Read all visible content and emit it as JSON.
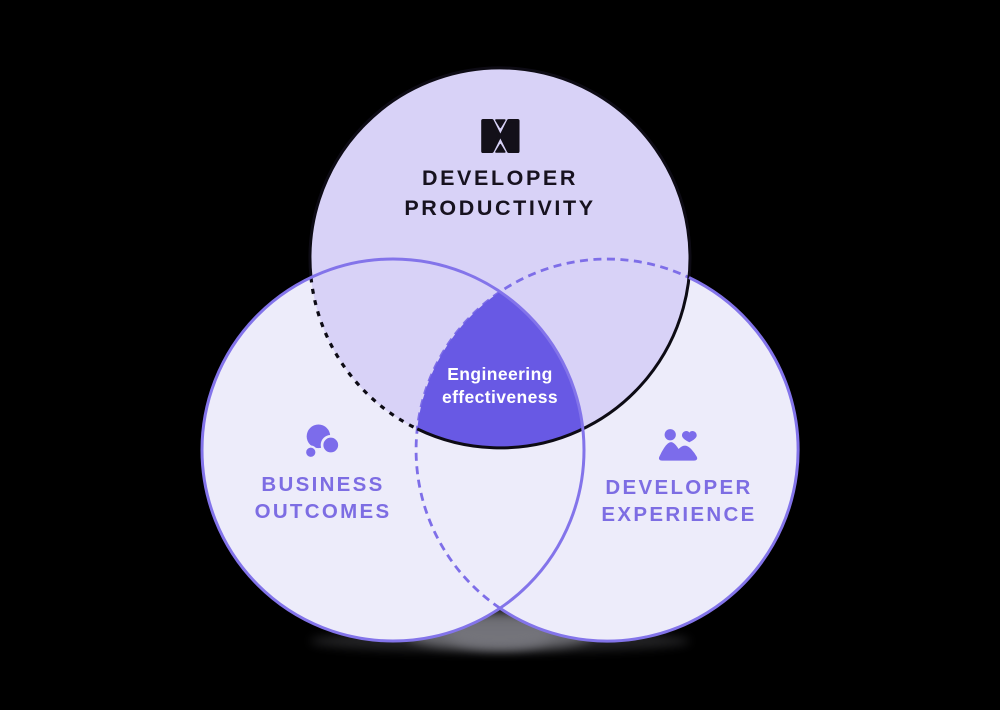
{
  "diagram": {
    "type": "venn-3-circles",
    "title_circle": {
      "line1": "DEVELOPER",
      "line2": "PRODUCTIVITY",
      "icon": "brand-logo-icon"
    },
    "left_circle": {
      "line1": "BUSINESS",
      "line2": "OUTCOMES",
      "icon": "growth-bubbles-icon"
    },
    "right_circle": {
      "line1": "DEVELOPER",
      "line2": "EXPERIENCE",
      "icon": "person-heart-icon"
    },
    "intersection": {
      "line1": "Engineering",
      "line2": "effectiveness"
    }
  },
  "colors": {
    "background": "#000000",
    "top_circle_fill": "#d8d2f7",
    "top_circle_stroke": "#0d0b14",
    "bottom_circle_fill": "#edecfa",
    "bottom_circle_stroke": "#8374ea",
    "intersection_fill": "#6859e4",
    "intersection_text": "#ffffff",
    "top_label_text": "#17121f",
    "side_label_text": "#7d6de3",
    "icon_purple": "#7c6ceb",
    "logo_black": "#131019",
    "shadow_gray": "#8e8e96"
  }
}
